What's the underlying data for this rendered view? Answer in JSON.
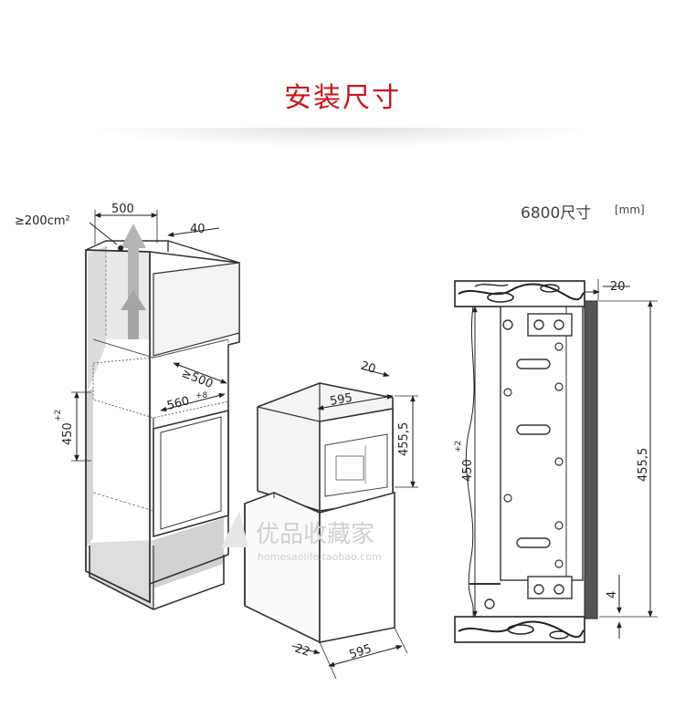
{
  "title": "安装尺寸",
  "model_label": "6800尺寸",
  "unit_label": "[mm]",
  "watermark": {
    "name": "优品收藏家",
    "url": "homesaolife.taobao.com"
  },
  "left_diagram": {
    "vent_label": "≥200cm²",
    "dim_top_width": "500",
    "dim_top_depth": "40",
    "dim_niche_depth": "≥500",
    "dim_niche_width": "560",
    "dim_niche_width_tol": "+8",
    "dim_niche_height": "450",
    "dim_niche_height_tol": "+2"
  },
  "middle_diagram": {
    "dim_front": "20",
    "dim_width": "595",
    "dim_height": "455,5",
    "dim_gap": "22",
    "dim_base_width": "595"
  },
  "right_diagram": {
    "dim_front": "20",
    "dim_height": "455,5",
    "dim_niche": "450",
    "dim_niche_tol": "+2",
    "dim_bottom": "4"
  }
}
